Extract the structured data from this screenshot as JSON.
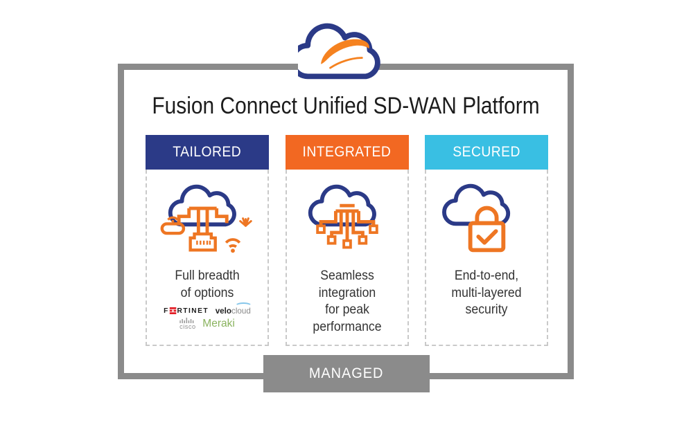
{
  "logo": {
    "name": "fusion-connect-cloud-logo"
  },
  "title": "Fusion Connect Unified SD-WAN Platform",
  "columns": [
    {
      "header": "TAILORED",
      "header_color": "#2b3a87",
      "icon": "cloud-network-options-icon",
      "lines": [
        "Full breadth",
        "of options"
      ],
      "partners": {
        "fortinet_prefix": "F",
        "fortinet_suffix": "RTINET",
        "velocloud_bold": "velo",
        "velocloud_light": "cloud",
        "cisco": "cisco",
        "meraki": "Meraki"
      }
    },
    {
      "header": "INTEGRATED",
      "header_color": "#f26822",
      "icon": "cloud-integration-circuit-icon",
      "lines": [
        "Seamless",
        "integration",
        "for peak",
        "performance"
      ]
    },
    {
      "header": "SECURED",
      "header_color": "#39bfe3",
      "icon": "cloud-security-lock-icon",
      "lines": [
        "End-to-end,",
        "multi-layered",
        "security"
      ]
    }
  ],
  "footer": {
    "label": "MANAGED",
    "color": "#8b8b8b"
  },
  "palette": {
    "frame_gray": "#8b8b8b",
    "navy": "#2b3a87",
    "orange": "#ee7623",
    "cyan": "#39bfe3",
    "dashed_border": "#c9c9c9",
    "title_text": "#1c1c1c",
    "body_text": "#333333",
    "fortinet_red": "#e21d25",
    "velocloud_blue": "#85c6ea",
    "cisco_gray": "#9a9a9a",
    "meraki_green": "#8ab35e"
  }
}
